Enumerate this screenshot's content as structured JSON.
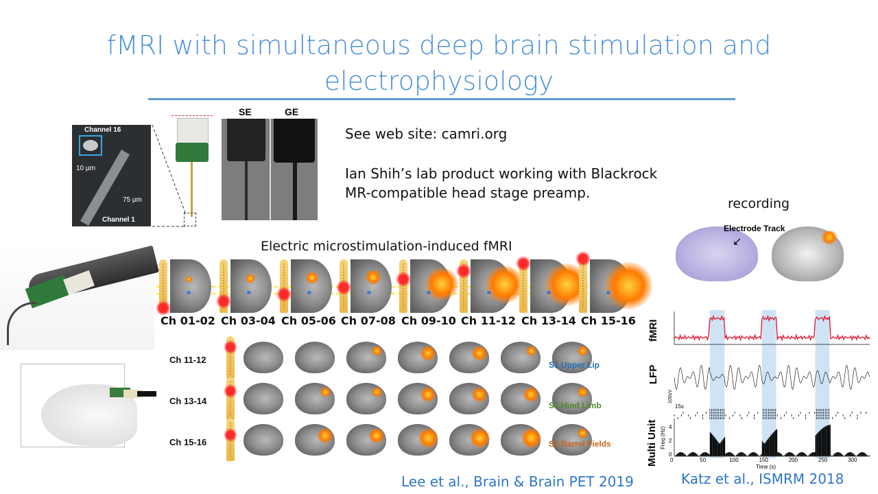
{
  "title_line1": "fMRI with simultaneous deep brain stimulation and",
  "title_line2": "electrophysiology",
  "electrode": {
    "channel_top": "Channel 16",
    "channel_bottom": "Channel 1",
    "scale1": "10 µm",
    "scale2": "75 µm",
    "se": "SE",
    "ge": "GE"
  },
  "notes": {
    "website": "See web site: camri.org",
    "lab_line1": "Ian Shih’s lab product working with Blackrock",
    "lab_line2": "MR-compatible head stage preamp."
  },
  "stim": {
    "heading": "Electric microstimulation-induced fMRI",
    "channels": [
      "Ch 01-02",
      "Ch 03-04",
      "Ch 05-06",
      "Ch 07-08",
      "Ch 09-10",
      "Ch 11-12",
      "Ch 13-14",
      "Ch 15-16"
    ]
  },
  "rows": [
    {
      "label": "Ch 11-12",
      "region": "S1 Upper Lip",
      "color": "#1f6fb5"
    },
    {
      "label": "Ch 13-14",
      "region": "S1 Hind Limb",
      "color": "#4e8a2b"
    },
    {
      "label": "Ch 15-16",
      "region": "S1 Barrel Fields",
      "color": "#c8661b"
    }
  ],
  "recording": {
    "heading": "recording",
    "electrode_track": "Electrode Track",
    "fmri_label": "fMRI",
    "lfp_label": "LFP",
    "mu_label": "Multi Unit",
    "scale_uv": "100uV",
    "scale_s": "15s",
    "freq_axis": "Freq (Hz)",
    "freq_ticks": [
      "4",
      "2",
      "0"
    ],
    "time_axis": "Time (s)",
    "time_ticks": [
      "0",
      "50",
      "100",
      "150",
      "200",
      "250",
      "300"
    ]
  },
  "citations": {
    "left": "Lee et al., Brain & Brain PET 2019",
    "right": "Katz et al., ISMRM 2018"
  },
  "colors": {
    "title": "#4a90d9",
    "rule": "#5b9bd5",
    "citation": "#2f75c9"
  }
}
